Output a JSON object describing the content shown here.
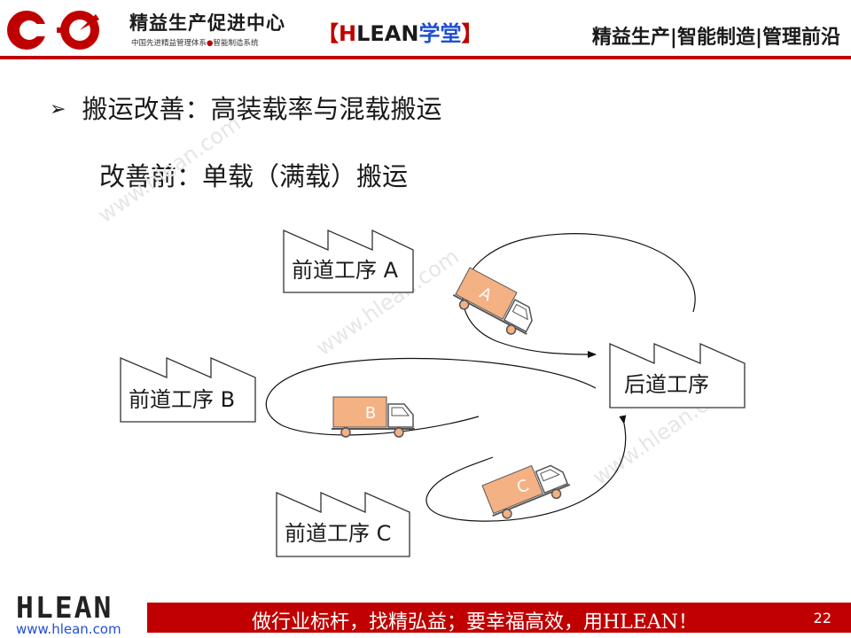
{
  "header": {
    "brand_title": "精益生产促进中心",
    "brand_sub_a": "中国先进精益管理体系",
    "brand_sub_dot": "●",
    "brand_sub_b": "智能制造系统",
    "tag_open": "【",
    "tag_h": "H",
    "tag_lean": "LEAN",
    "tag_xuetang": "学堂",
    "tag_close": "】",
    "right_text": "精益生产|智能制造|管理前沿"
  },
  "content": {
    "bullet_marker": "➢",
    "bullet_text": "搬运改善：高装载率与混载搬运",
    "subheading": "改善前：单载（满载）搬运"
  },
  "diagram": {
    "factory_a": "前道工序 A",
    "factory_b": "前道工序 B",
    "factory_c": "前道工序 C",
    "downstream": "后道工序",
    "truck_a": "A",
    "truck_b": "B",
    "truck_c": "C",
    "watermark": "www.hlean.com"
  },
  "footer": {
    "logo_text": "HLEAN",
    "url": "www.hlean.com",
    "slogan": "做行业标杆，找精弘益；要幸福高效，用HLEAN！",
    "page_number": "22"
  },
  "colors": {
    "accent_red": "#c00000",
    "truck_orange": "#f4b183",
    "link_blue": "#1f4fd1"
  }
}
